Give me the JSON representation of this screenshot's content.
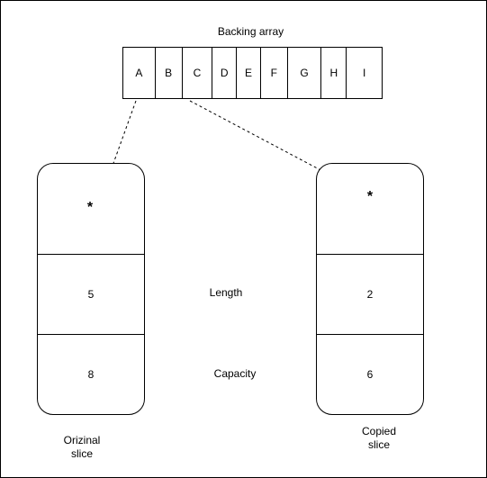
{
  "diagram": {
    "title": "Backing array",
    "array_cells": [
      "A",
      "B",
      "C",
      "D",
      "E",
      "F",
      "G",
      "H",
      "I"
    ],
    "row_labels": {
      "length": "Length",
      "capacity": "Capacity"
    },
    "original_slice": {
      "pointer": "*",
      "length": "5",
      "capacity": "8",
      "caption_line1": "Orizinal",
      "caption_line2": "slice"
    },
    "copied_slice": {
      "pointer": "*",
      "length": "2",
      "capacity": "6",
      "caption_line1": "Copied",
      "caption_line2": "slice"
    }
  }
}
